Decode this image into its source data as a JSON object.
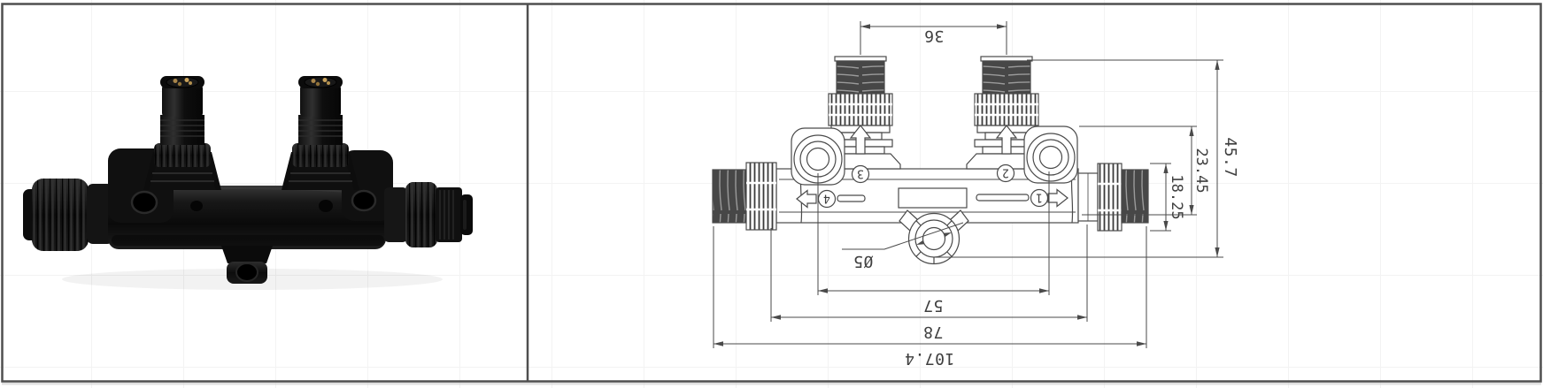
{
  "page": {
    "background": "#ffffff",
    "frame_color": "#4f4f4f",
    "grid_color": "#f3f3f3"
  },
  "left_panel": {
    "content": "product-photo",
    "colors": {
      "body_black": "#0d0d0d",
      "highlight": "#343434",
      "pin_gold": "#c8a55e"
    }
  },
  "drawing": {
    "line_color": "#4a4a4a",
    "text_color": "#3f3f3f",
    "dimensions": {
      "top_connector_spacing": "36",
      "overall_height": "45.7",
      "port_height": "23.45",
      "connector_od": "18.25",
      "port_spacing": "57",
      "body_length": "78",
      "overall_length": "107.4",
      "hole_diameter": "Ø5"
    },
    "ports": [
      "1",
      "2",
      "3",
      "4"
    ]
  }
}
